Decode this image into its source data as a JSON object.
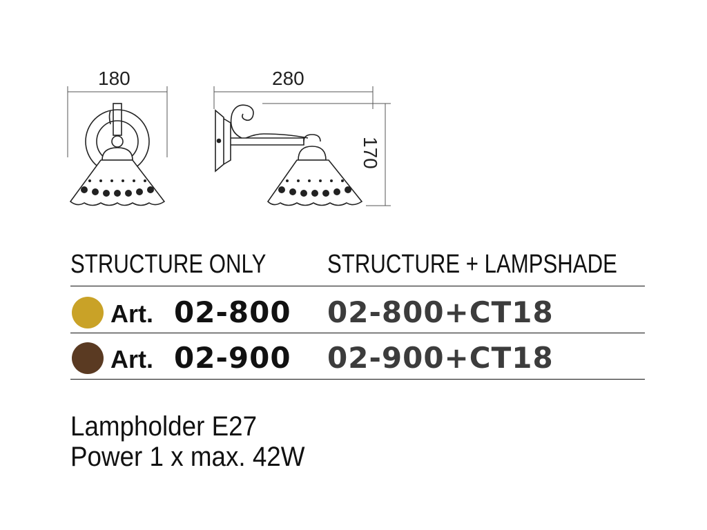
{
  "dimensions": {
    "front_width": "180",
    "side_width": "280",
    "height": "170"
  },
  "table": {
    "col_structure": "STRUCTURE ONLY",
    "col_lampshade": "STRUCTURE + LAMPSHADE",
    "rows": [
      {
        "swatch_color": "#C9A227",
        "art_label": "Art.",
        "structure_code": "02-800",
        "lampshade_code": "02-800+CT18"
      },
      {
        "swatch_color": "#5A3A22",
        "art_label": "Art.",
        "structure_code": "02-900",
        "lampshade_code": "02-900+CT18"
      }
    ]
  },
  "specs": {
    "lampholder": "Lampholder E27",
    "power": "Power 1 x max. 42W"
  }
}
